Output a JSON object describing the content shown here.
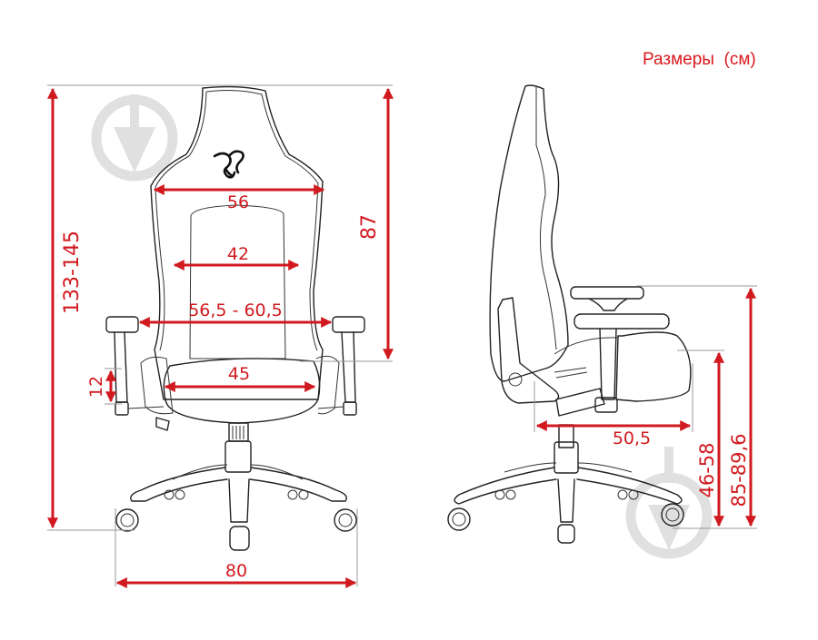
{
  "title": "Размеры  (см)",
  "accent_color": "#d11a1f",
  "front_view": {
    "dimensions": {
      "total_height": "133-145",
      "headrest_width": "56",
      "backrest_width": "42",
      "armrest_span": "56,5 - 60,5",
      "armrest_adjust": "12",
      "seat_width": "45",
      "backrest_height": "87",
      "base_width": "80"
    }
  },
  "side_view": {
    "dimensions": {
      "seat_depth": "50,5",
      "seat_height": "46-58",
      "armrest_height": "85-89,6"
    }
  },
  "icons": {
    "logo": "razer-snake-logo",
    "watermark": "download-arrow-watermark"
  }
}
